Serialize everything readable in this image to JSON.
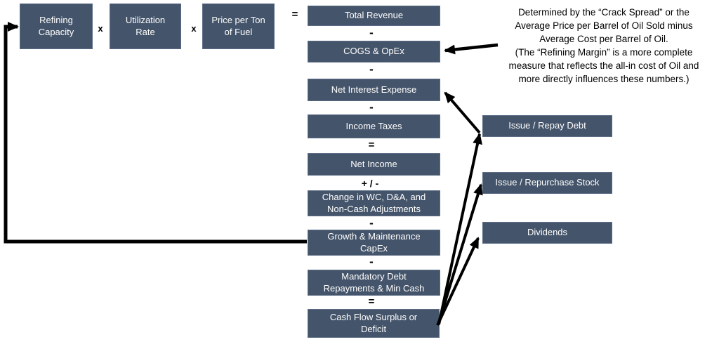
{
  "top_row": {
    "boxes": [
      "Refining\nCapacity",
      "Utilization\nRate",
      "Price per Ton\nof Fuel"
    ],
    "operators": [
      "x",
      "x",
      "="
    ]
  },
  "flow_column": {
    "boxes": [
      "Total Revenue",
      "COGS & OpEx",
      "Net Interest Expense",
      "Income Taxes",
      "Net Income",
      "Change in WC, D&A, and\nNon-Cash Adjustments",
      "Growth & Maintenance\nCapEx",
      "Mandatory Debt\nRepayments & Min Cash",
      "Cash Flow Surplus or\nDeficit"
    ],
    "operators": [
      "-",
      "-",
      "-",
      "=",
      "+ / -",
      "-",
      "-",
      "="
    ]
  },
  "right_column": {
    "boxes": [
      "Issue / Repay Debt",
      "Issue / Repurchase Stock",
      "Dividends"
    ]
  },
  "annotation": {
    "text": "Determined by the “Crack Spread” or the\nAverage Price per Barrel of Oil Sold minus\nAverage Cost per Barrel of Oil.\n(The “Refining Margin” is a more complete\nmeasure that reflects the all-in cost of Oil and\nmore directly influences these numbers.)"
  },
  "colors": {
    "box_fill": "#44546A",
    "box_border": "#5D6D87",
    "box_text": "#FFFFFF",
    "arrow": "#000000",
    "annotation_text": "#000000",
    "background": "#FFFFFF"
  }
}
